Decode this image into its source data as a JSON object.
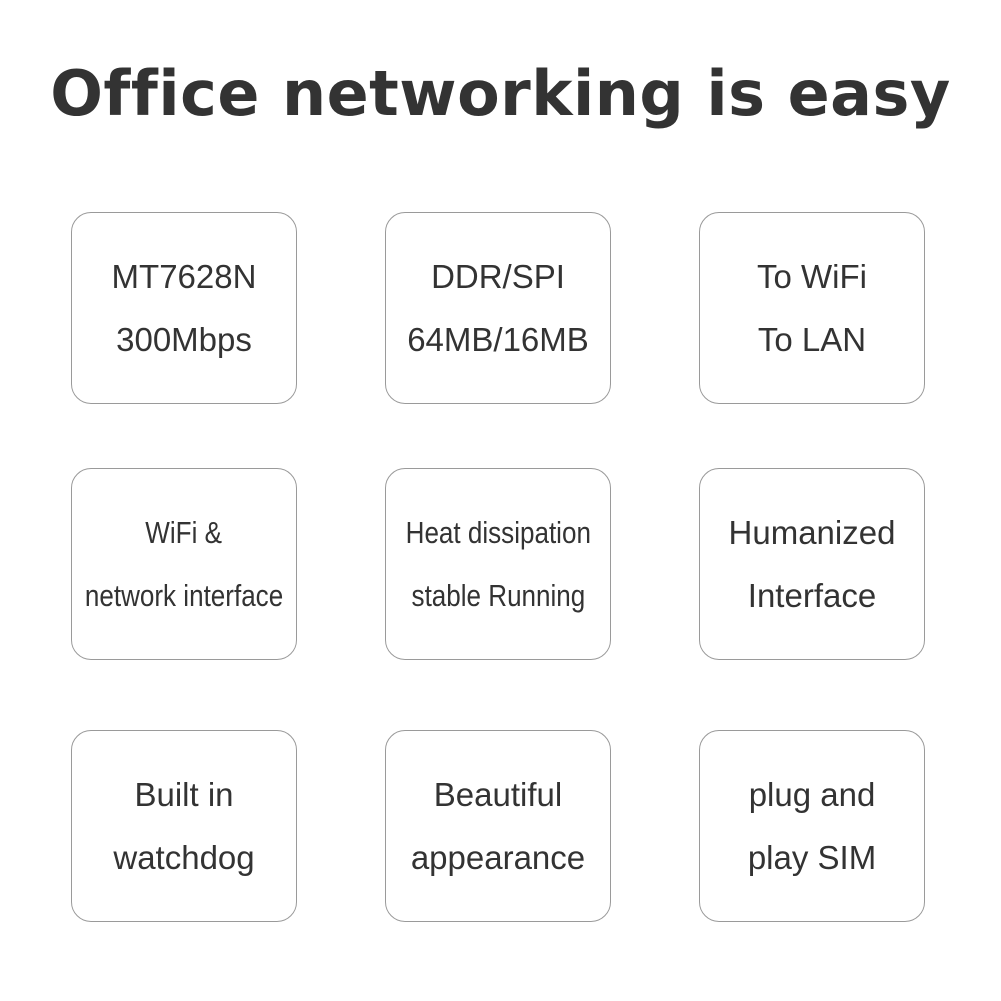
{
  "title": "Office networking is easy",
  "cards": [
    {
      "line1": "MT7628N",
      "line2": "300Mbps"
    },
    {
      "line1": "DDR/SPI",
      "line2": "64MB/16MB"
    },
    {
      "line1": "To WiFi",
      "line2": "To LAN"
    },
    {
      "line1": "WiFi &",
      "line2": "network interface"
    },
    {
      "line1": "Heat dissipation",
      "line2": "stable Running"
    },
    {
      "line1": "Humanized",
      "line2": "Interface"
    },
    {
      "line1": "Built in",
      "line2": "watchdog"
    },
    {
      "line1": "Beautiful",
      "line2": "appearance"
    },
    {
      "line1": "plug and",
      "line2": "play SIM"
    }
  ]
}
